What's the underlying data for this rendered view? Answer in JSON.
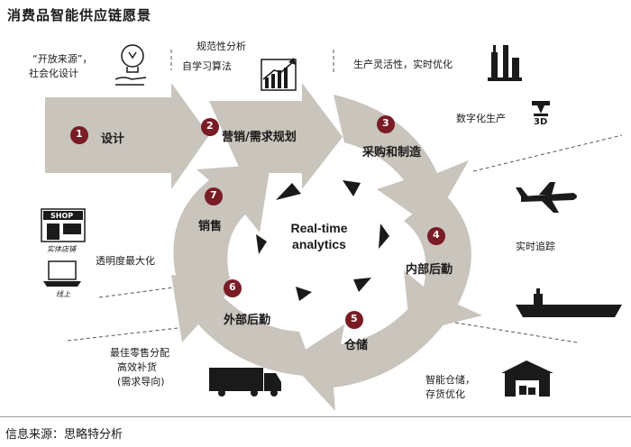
{
  "title": "消费品智能供应链愿景",
  "source": "信息来源：思略特分析",
  "center": {
    "line1": "Real-time",
    "line2": "analytics"
  },
  "steps": [
    {
      "num": "1",
      "label": "设计"
    },
    {
      "num": "2",
      "label": "营销/需求规划"
    },
    {
      "num": "3",
      "label": "采购和制造"
    },
    {
      "num": "4",
      "label": "内部后勤"
    },
    {
      "num": "5",
      "label": "仓储"
    },
    {
      "num": "6",
      "label": "外部后勤"
    },
    {
      "num": "7",
      "label": "销售"
    }
  ],
  "annotations": {
    "open_source": "“开放来源”，",
    "social_design": "社会化设计",
    "normative": "规范性分析",
    "ml": "自学习算法",
    "production": "生产灵活性，实时优化",
    "digital": "数字化生产",
    "tracking": "实时追踪",
    "transparency": "透明度最大化",
    "retail1": "最佳零售分配",
    "retail2": "高效补货",
    "retail3": "(需求导向)",
    "warehouse1": "智能仓储，",
    "warehouse2": "存货优化"
  },
  "icon_labels": {
    "shop_sign": "SHOP",
    "shop_caption": "实体店铺",
    "online_caption": "线上",
    "printer_3d": "3D"
  },
  "colors": {
    "arrow": "#c9c4bc",
    "badge": "#7a1c25",
    "dark": "#1a1a1a"
  }
}
